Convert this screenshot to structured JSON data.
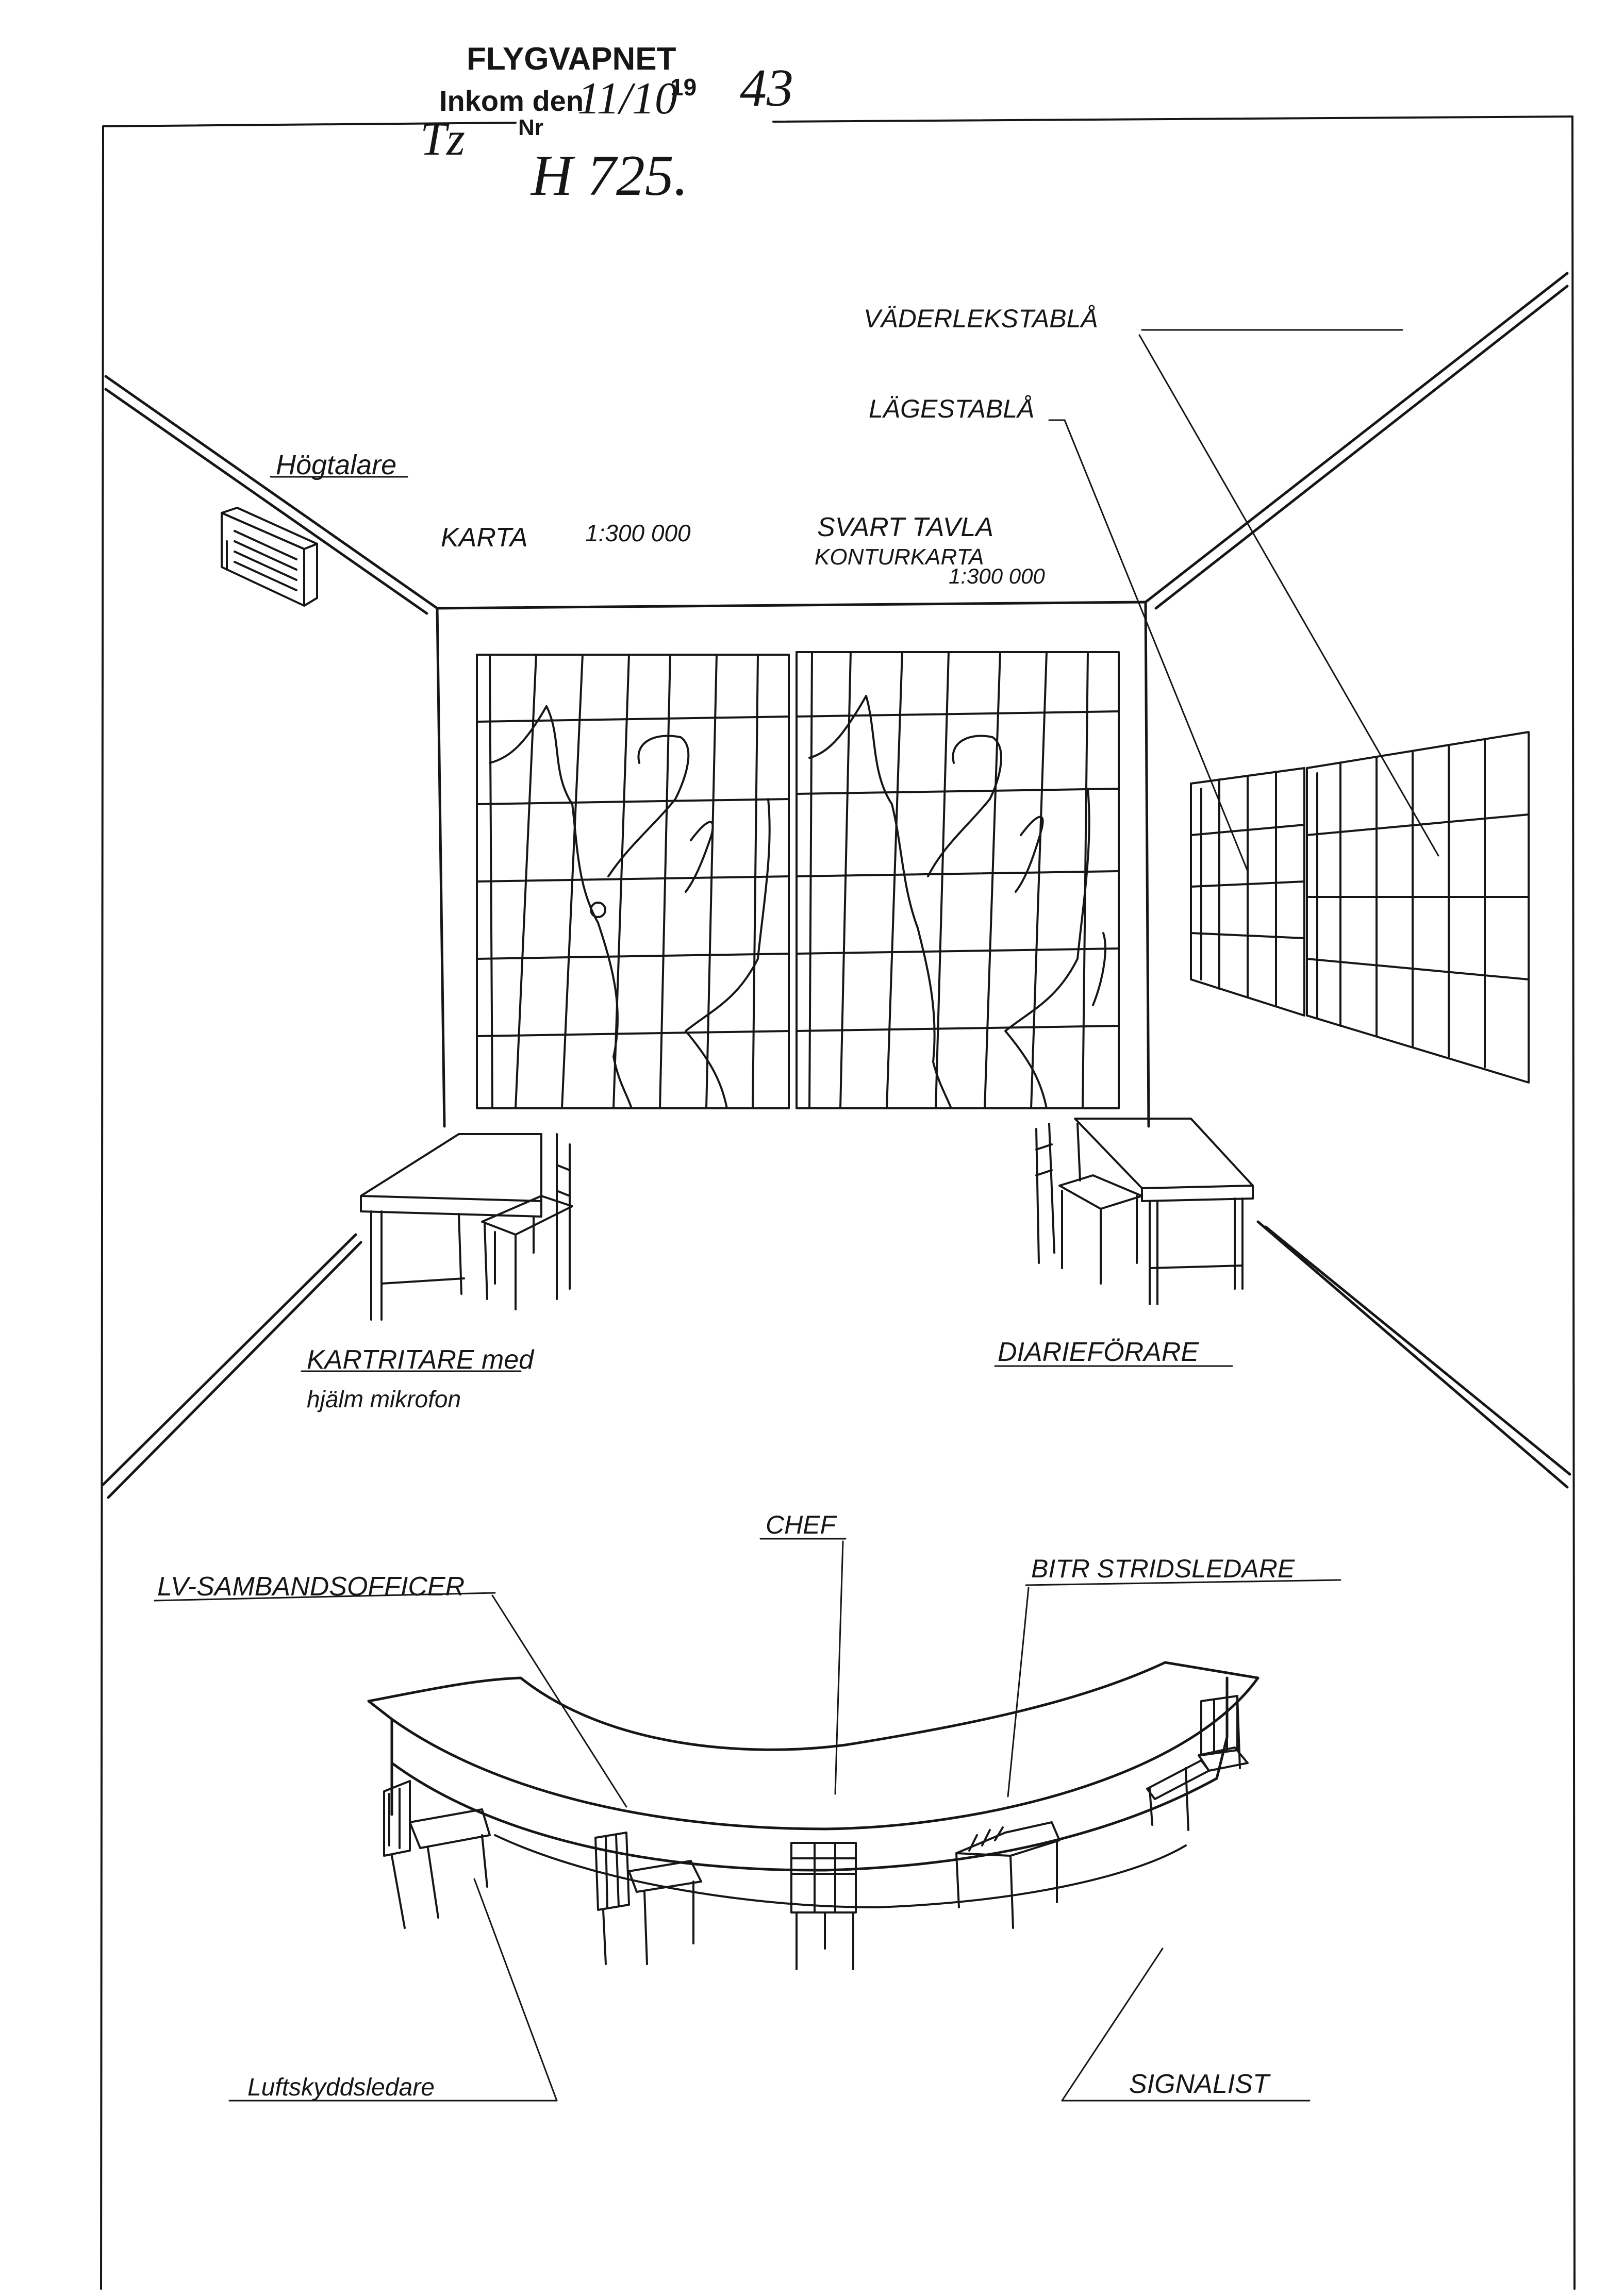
{
  "stamp": {
    "org": "FLYGVAPNET",
    "received_label": "Inkom den",
    "received_date": "11/10",
    "century": "19",
    "year": "43",
    "number_prefix": "Nr",
    "initials": "Tz",
    "number": "H 725."
  },
  "labels": {
    "loudspeaker": "Högtalare",
    "map": "KARTA",
    "map_scale": "1:300 000",
    "blackboard": "SVART TAVLA",
    "contour_map": "KONTURKARTA",
    "contour_scale": "1:300 000",
    "weather_board": "VÄDERLEKSTABLÅ",
    "situation_board": "LÄGESTABLÅ",
    "map_drawer_line1": "KARTRITARE med",
    "map_drawer_line2": "hjälm mikrofon",
    "diary_keeper": "DIARIEFÖRARE",
    "chief": "CHEF",
    "comms_officer": "LV-SAMBANDSOFFICER",
    "deputy_controller": "BITR STRIDSLEDARE",
    "air_defence_controller": "Luftskyddsledare",
    "signaller": "SIGNALIST"
  },
  "colors": {
    "paper": "#ffffff",
    "ink": "#161616"
  }
}
